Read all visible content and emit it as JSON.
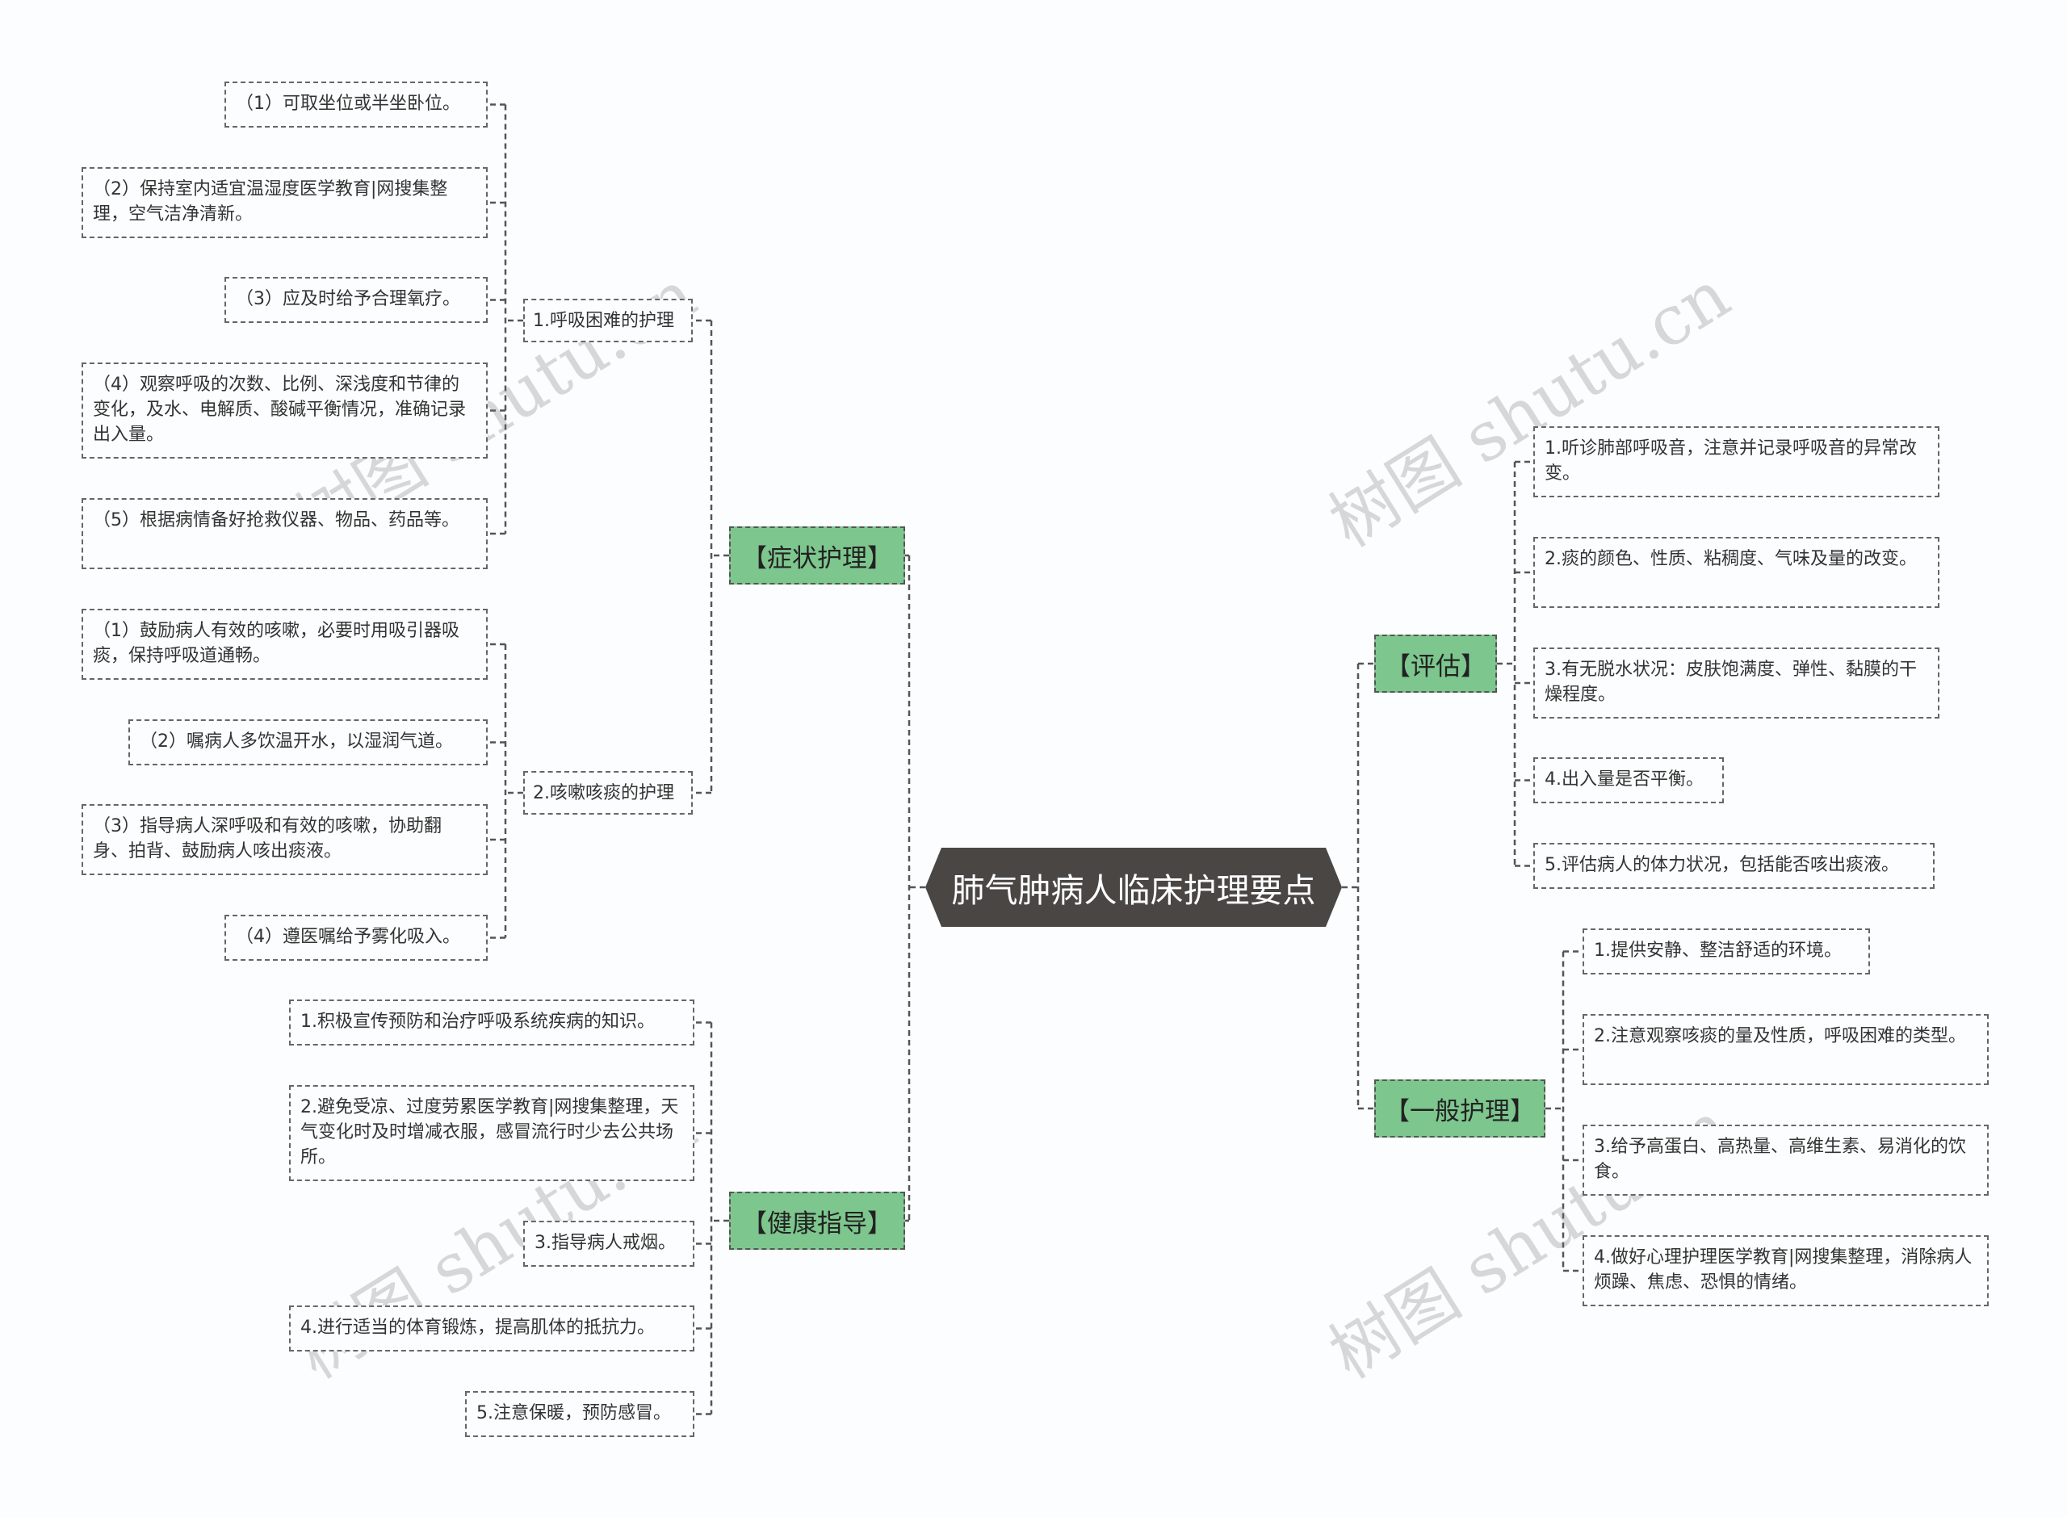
{
  "title": "肺气肿病人临床护理要点",
  "watermark": "树图 shutu.cn",
  "colors": {
    "center_fill": "#4a4644",
    "branch_fill": "#7dc68e",
    "line": "#555555",
    "background": "#fbfdfe"
  },
  "branches": {
    "symptom": {
      "label": "【症状护理】",
      "groups": [
        {
          "label": "1.呼吸困难的护理",
          "items": [
            "（1）可取坐位或半坐卧位。",
            "（2）保持室内适宜温湿度医学教育|网搜集整理，空气洁净清新。",
            "（3）应及时给予合理氧疗。",
            "（4）观察呼吸的次数、比例、深浅度和节律的变化，及水、电解质、酸碱平衡情况，准确记录出入量。",
            "（5）根据病情备好抢救仪器、物品、药品等。"
          ]
        },
        {
          "label": "2.咳嗽咳痰的护理",
          "items": [
            "（1）鼓励病人有效的咳嗽，必要时用吸引器吸痰，保持呼吸道通畅。",
            "（2）嘱病人多饮温开水，以湿润气道。",
            "（3）指导病人深呼吸和有效的咳嗽，协助翻身、拍背、鼓励病人咳出痰液。",
            "（4）遵医嘱给予雾化吸入。"
          ]
        }
      ]
    },
    "health": {
      "label": "【健康指导】",
      "items": [
        "1.积极宣传预防和治疗呼吸系统疾病的知识。",
        "2.避免受凉、过度劳累医学教育|网搜集整理，天气变化时及时增减衣服，感冒流行时少去公共场所。",
        "3.指导病人戒烟。",
        "4.进行适当的体育锻炼，提高肌体的抵抗力。",
        "5.注意保暖，预防感冒。"
      ]
    },
    "assess": {
      "label": "【评估】",
      "items": [
        "1.听诊肺部呼吸音，注意并记录呼吸音的异常改变。",
        "2.痰的颜色、性质、粘稠度、气味及量的改变。",
        "3.有无脱水状况：皮肤饱满度、弹性、黏膜的干燥程度。",
        "4.出入量是否平衡。",
        "5.评估病人的体力状况，包括能否咳出痰液。"
      ]
    },
    "general": {
      "label": "【一般护理】",
      "items": [
        "1.提供安静、整洁舒适的环境。",
        "2.注意观察咳痰的量及性质，呼吸困难的类型。",
        "3.给予高蛋白、高热量、高维生素、易消化的饮食。",
        "4.做好心理护理医学教育|网搜集整理，消除病人烦躁、焦虑、恐惧的情绪。"
      ]
    }
  }
}
